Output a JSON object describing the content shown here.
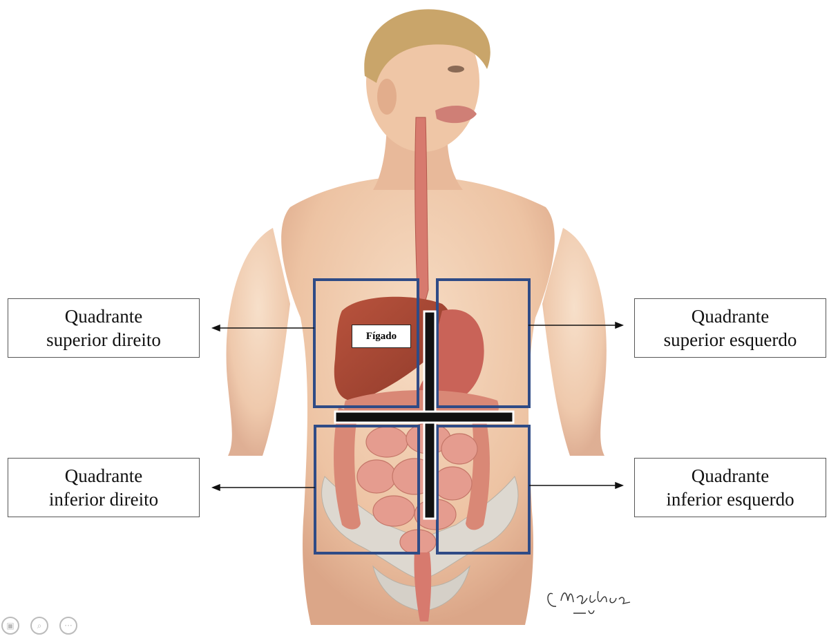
{
  "labels": {
    "upper_right": {
      "line1": "Quadrante",
      "line2": "superior direito"
    },
    "upper_left": {
      "line1": "Quadrante",
      "line2": "superior esquerdo"
    },
    "lower_right": {
      "line1": "Quadrante",
      "line2": "inferior direito"
    },
    "lower_left": {
      "line1": "Quadrante",
      "line2": "inferior esquerdo"
    },
    "liver": "Fígado"
  },
  "signature": "C.Machado M.D.",
  "colors": {
    "quadrant_border": "#2f4b86",
    "divider": "#111111",
    "skin": "#f1cdb0",
    "organ": "#d77a6e"
  },
  "icons": [
    "slideshow-icon",
    "zoom-icon",
    "more-icon"
  ]
}
